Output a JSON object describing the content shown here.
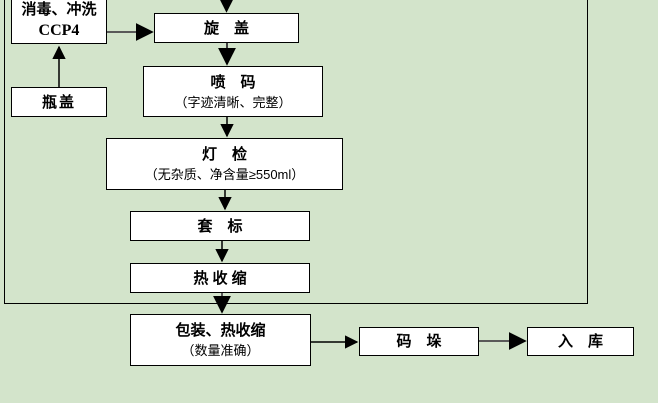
{
  "colors": {
    "background": "#d3e4cb",
    "box_fill": "#ffffff",
    "box_border": "#000000",
    "arrow_black": "#000000",
    "arrow_gray": "#595959"
  },
  "nodes": {
    "disinfect": {
      "label": "消毒、冲洗",
      "sublabel": "CCP4"
    },
    "bottle_cap": {
      "label": "瓶盖"
    },
    "screw_cap": {
      "label": "旋　盖"
    },
    "code_spray": {
      "label": "喷　码",
      "sublabel": "（字迹清晰、完整）"
    },
    "light_inspection": {
      "label": "灯　检",
      "sublabel": "（无杂质、净含量≥550ml）"
    },
    "label_sleeve": {
      "label": "套　标"
    },
    "heat_shrink": {
      "label": "热 收 缩"
    },
    "packing": {
      "label": "包装、热收缩",
      "sublabel": "（数量准确）"
    },
    "palletize": {
      "label": "码　垛"
    },
    "warehouse": {
      "label": "入　库"
    }
  }
}
